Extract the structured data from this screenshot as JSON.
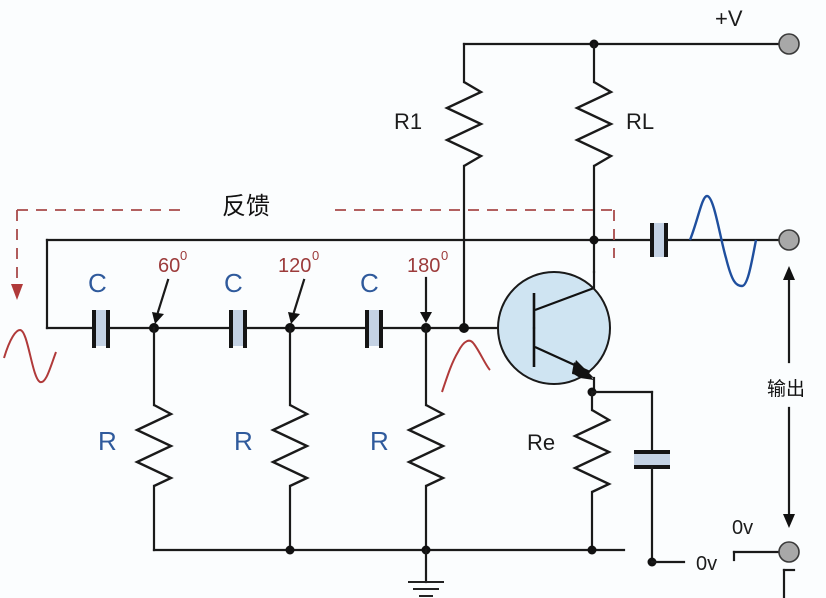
{
  "diagram": {
    "title": "RC phase-shift oscillator",
    "labels": {
      "supply": "+V",
      "feedback": "反馈",
      "output": "输出",
      "ground_left": "0v",
      "ground_right": "0v",
      "r1": "R1",
      "rl": "RL",
      "re": "Re"
    },
    "phase_stages": [
      {
        "capacitor": "C",
        "resistor": "R",
        "phase": "60",
        "unit": "0"
      },
      {
        "capacitor": "C",
        "resistor": "R",
        "phase": "120",
        "unit": "0"
      },
      {
        "capacitor": "C",
        "resistor": "R",
        "phase": "180",
        "unit": "0"
      }
    ],
    "colors": {
      "feedback_path": "#a84a4a",
      "input_wave": "#b03a3a",
      "output_wave": "#1f4f9e",
      "component_label": "#2f5a9c",
      "transistor_fill": "#cfe4f2",
      "capacitor_fill": "#c4d2e4"
    }
  }
}
